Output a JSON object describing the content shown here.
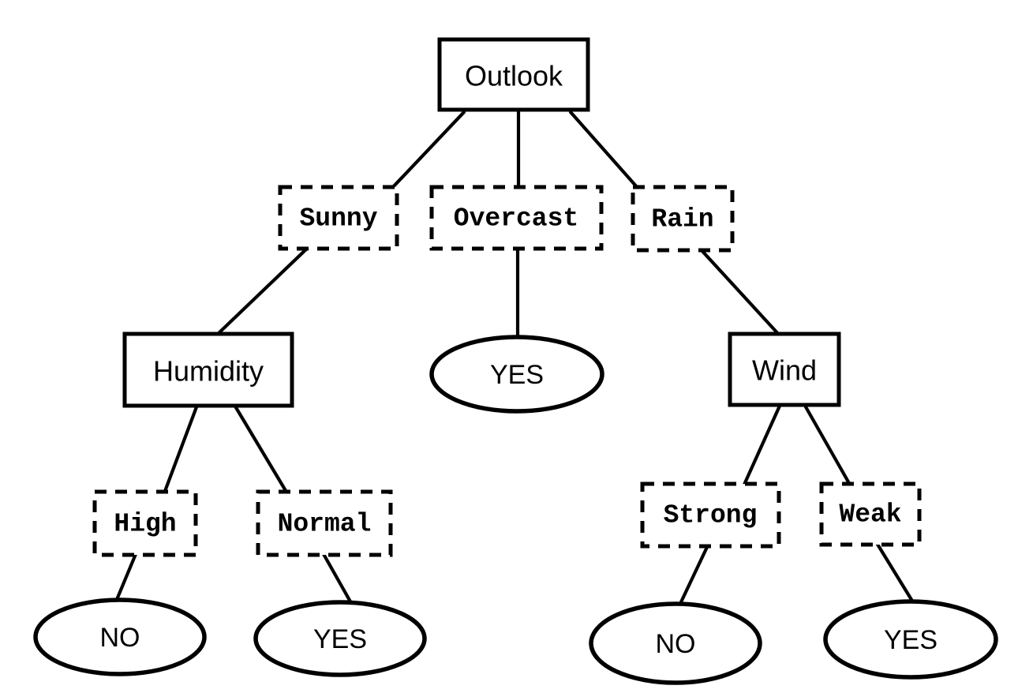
{
  "diagram": {
    "type": "decision-tree",
    "colors": {
      "ink": "#000000",
      "background": "#ffffff"
    },
    "nodes": {
      "outlook": {
        "label": "Outlook",
        "kind": "decision"
      },
      "sunny": {
        "label": "Sunny",
        "kind": "branch"
      },
      "overcast": {
        "label": "Overcast",
        "kind": "branch"
      },
      "rain": {
        "label": "Rain",
        "kind": "branch"
      },
      "humidity": {
        "label": "Humidity",
        "kind": "decision"
      },
      "wind": {
        "label": "Wind",
        "kind": "decision"
      },
      "high": {
        "label": "High",
        "kind": "branch"
      },
      "normal": {
        "label": "Normal",
        "kind": "branch"
      },
      "strong": {
        "label": "Strong",
        "kind": "branch"
      },
      "weak": {
        "label": "Weak",
        "kind": "branch"
      },
      "yes_overcast": {
        "label": "YES",
        "kind": "leaf"
      },
      "no_high": {
        "label": "NO",
        "kind": "leaf"
      },
      "yes_normal": {
        "label": "YES",
        "kind": "leaf"
      },
      "no_strong": {
        "label": "NO",
        "kind": "leaf"
      },
      "yes_weak": {
        "label": "YES",
        "kind": "leaf"
      }
    },
    "structure": {
      "root": "Outlook",
      "rules": [
        {
          "from": "Outlook",
          "branch": "Sunny",
          "to": "Humidity"
        },
        {
          "from": "Outlook",
          "branch": "Overcast",
          "to": "YES"
        },
        {
          "from": "Outlook",
          "branch": "Rain",
          "to": "Wind"
        },
        {
          "from": "Humidity",
          "branch": "High",
          "to": "NO"
        },
        {
          "from": "Humidity",
          "branch": "Normal",
          "to": "YES"
        },
        {
          "from": "Wind",
          "branch": "Strong",
          "to": "NO"
        },
        {
          "from": "Wind",
          "branch": "Weak",
          "to": "YES"
        }
      ]
    }
  }
}
